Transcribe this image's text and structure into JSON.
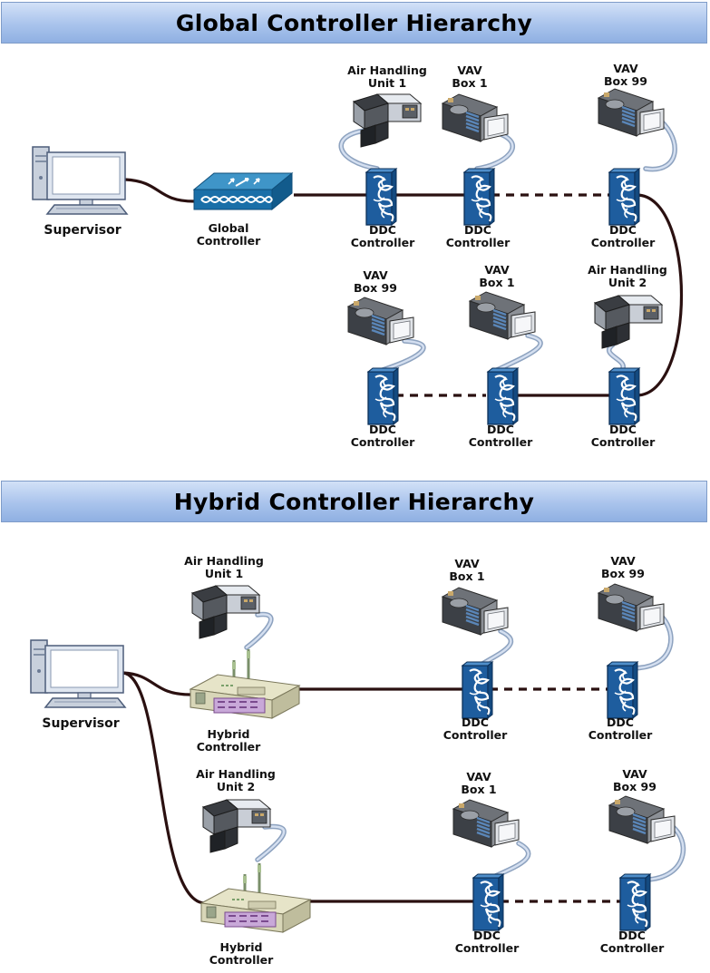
{
  "sections": {
    "global": {
      "title": "Global Controller Hierarchy"
    },
    "hybrid": {
      "title": "Hybrid Controller Hierarchy"
    }
  },
  "labels": {
    "supervisor": "Supervisor",
    "global_controller": [
      "Global",
      "Controller"
    ],
    "ddc_controller": [
      "DDC",
      "Controller"
    ],
    "hybrid_controller": [
      "Hybrid",
      "Controller"
    ],
    "ahu1": [
      "Air Handling",
      "Unit 1"
    ],
    "ahu2": [
      "Air Handling",
      "Unit 2"
    ],
    "vav1": [
      "VAV",
      "Box 1"
    ],
    "vav99": [
      "VAV",
      "Box 99"
    ]
  },
  "colors": {
    "banner_top": "#d2e1f7",
    "banner_bottom": "#8fb0e2",
    "link": "#2a1010",
    "ddc_blue": "#1e5d9e",
    "global_controller_blue": "#1a6fa8",
    "hybrid_controller_tan": "#d8d6b8",
    "cable": "#8da2bf"
  },
  "icons": {
    "supervisor": "desktop-computer-icon",
    "global_controller": "network-controller-icon",
    "ddc_controller": "ddc-controller-icon",
    "hybrid_controller": "hybrid-controller-icon",
    "ahu": "air-handling-unit-icon",
    "vav": "vav-box-icon"
  }
}
